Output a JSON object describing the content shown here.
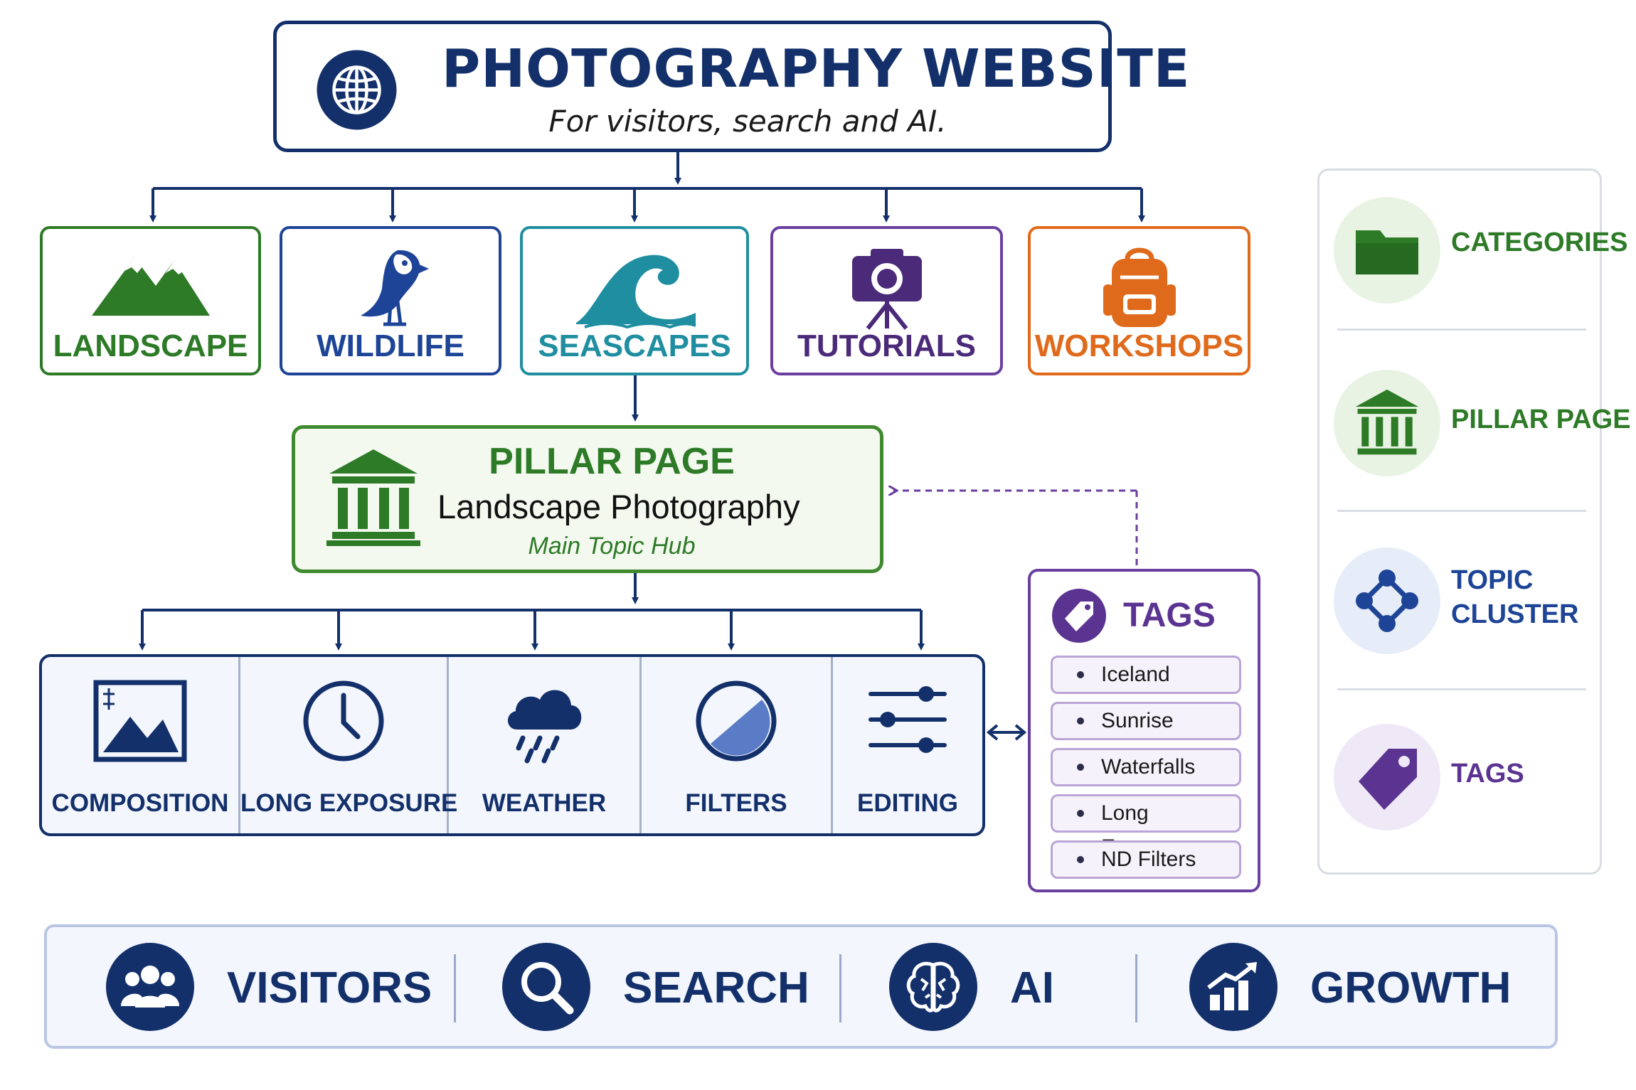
{
  "header": {
    "title": "PHOTOGRAPHY WEBSITE",
    "subtitle": "For visitors, search and AI.",
    "icon": "globe-icon"
  },
  "categories": [
    {
      "label": "LANDSCAPE",
      "icon": "mountain-icon",
      "color": "#2d7a27"
    },
    {
      "label": "WILDLIFE",
      "icon": "puffin-icon",
      "color": "#1d4496"
    },
    {
      "label": "SEASCAPES",
      "icon": "wave-icon",
      "color": "#1f8ea0"
    },
    {
      "label": "TUTORIALS",
      "icon": "camera-icon",
      "color": "#4b2a7a"
    },
    {
      "label": "WORKSHOPS",
      "icon": "backpack-icon",
      "color": "#e06a1c"
    }
  ],
  "pillar": {
    "title": "PILLAR PAGE",
    "subtitle": "Landscape Photography",
    "hub": "Main Topic Hub",
    "icon": "pillar-building-icon"
  },
  "topics": [
    {
      "label": "COMPOSITION",
      "icon": "composition-icon"
    },
    {
      "label": "LONG EXPOSURE",
      "icon": "clock-icon"
    },
    {
      "label": "WEATHER",
      "icon": "rain-cloud-icon"
    },
    {
      "label": "FILTERS",
      "icon": "filter-icon"
    },
    {
      "label": "EDITING",
      "icon": "sliders-icon"
    }
  ],
  "tags": {
    "title": "TAGS",
    "items": [
      "Iceland",
      "Sunrise",
      "Waterfalls",
      "Long Exposure",
      "ND Filters"
    ]
  },
  "legend": [
    {
      "label": "CATEGORIES",
      "icon": "folder-icon",
      "color": "#2d7a27"
    },
    {
      "label": "PILLAR PAGE",
      "icon": "pillar-building-icon",
      "color": "#2d7a27"
    },
    {
      "label": "TOPIC\nCLUSTER",
      "line1": "TOPIC",
      "line2": "CLUSTER",
      "icon": "cluster-icon",
      "color": "#1d4496"
    },
    {
      "label": "TAGS",
      "icon": "tag-icon",
      "color": "#5b3391"
    }
  ],
  "bottom": [
    {
      "label": "VISITORS",
      "icon": "users-icon"
    },
    {
      "label": "SEARCH",
      "icon": "search-icon"
    },
    {
      "label": "AI",
      "icon": "brain-icon"
    },
    {
      "label": "GROWTH",
      "icon": "growth-chart-icon"
    }
  ],
  "colors": {
    "navy": "#13306b",
    "green": "#2d7a27",
    "purple": "#5b3391",
    "teal": "#1f8ea0",
    "orange": "#e06a1c"
  }
}
